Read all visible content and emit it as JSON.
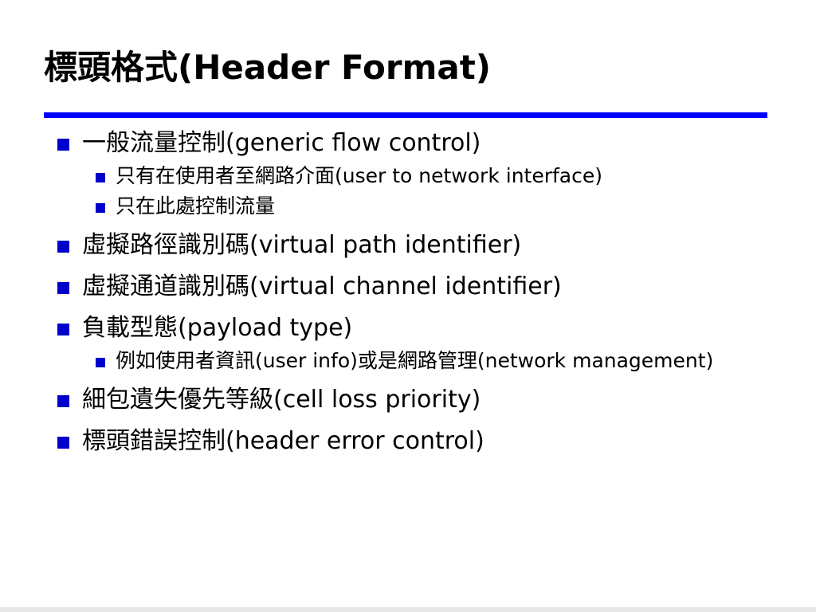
{
  "slide": {
    "title": "標頭格式(Header Format)",
    "colors": {
      "accent": "#0000ff",
      "bullet": "#0000cc",
      "text": "#000000",
      "background": "#ffffff"
    },
    "bullets": [
      {
        "level": 1,
        "text": "一般流量控制(generic flow control)"
      },
      {
        "level": 2,
        "text": "只有在使用者至網路介面(user to network interface)"
      },
      {
        "level": 2,
        "text": "只在此處控制流量"
      },
      {
        "level": 1,
        "text": "虛擬路徑識別碼(virtual path identifier)"
      },
      {
        "level": 1,
        "text": "虛擬通道識別碼(virtual channel identifier)"
      },
      {
        "level": 1,
        "text": "負載型態(payload type)"
      },
      {
        "level": 2,
        "text": "例如使用者資訊(user info)或是網路管理(network management)"
      },
      {
        "level": 1,
        "text": "細包遺失優先等級(cell loss priority)"
      },
      {
        "level": 1,
        "text": "標頭錯誤控制(header error control)"
      }
    ]
  }
}
